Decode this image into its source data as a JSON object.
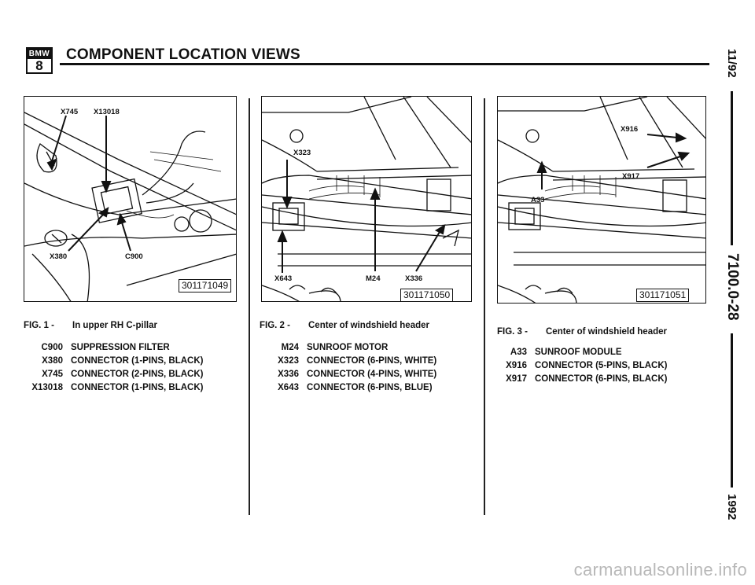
{
  "header": {
    "logo_top": "BMW",
    "logo_bottom": "8",
    "title": "COMPONENT LOCATION VIEWS"
  },
  "side": {
    "date": "11/92",
    "page": "7100.0-28",
    "year": "1992"
  },
  "figures": [
    {
      "caption_num": "FIG. 1 -",
      "caption_text": "In upper RH C-pillar",
      "image_number": "301171049",
      "callouts": [
        "X745",
        "X13018",
        "X380",
        "C900"
      ],
      "legend": [
        {
          "code": "C900",
          "desc": "SUPPRESSION FILTER"
        },
        {
          "code": "X380",
          "desc": "CONNECTOR (1-PINS, BLACK)"
        },
        {
          "code": "X745",
          "desc": "CONNECTOR (2-PINS, BLACK)"
        },
        {
          "code": "X13018",
          "desc": "CONNECTOR (1-PINS, BLACK)"
        }
      ]
    },
    {
      "caption_num": "FIG. 2 -",
      "caption_text": "Center of windshield header",
      "image_number": "301171050",
      "callouts": [
        "X323",
        "X643",
        "M24",
        "X336"
      ],
      "legend": [
        {
          "code": "M24",
          "desc": "SUNROOF MOTOR"
        },
        {
          "code": "X323",
          "desc": "CONNECTOR (6-PINS, WHITE)"
        },
        {
          "code": "X336",
          "desc": "CONNECTOR (4-PINS, WHITE)"
        },
        {
          "code": "X643",
          "desc": "CONNECTOR (6-PINS, BLUE)"
        }
      ]
    },
    {
      "caption_num": "FIG. 3 -",
      "caption_text": "Center of windshield header",
      "image_number": "301171051",
      "callouts": [
        "X916",
        "X917",
        "A33"
      ],
      "legend": [
        {
          "code": "A33",
          "desc": "SUNROOF MODULE"
        },
        {
          "code": "X916",
          "desc": "CONNECTOR (5-PINS, BLACK)"
        },
        {
          "code": "X917",
          "desc": "CONNECTOR (6-PINS, BLACK)"
        }
      ]
    }
  ],
  "watermark": "carmanualsonline.info"
}
